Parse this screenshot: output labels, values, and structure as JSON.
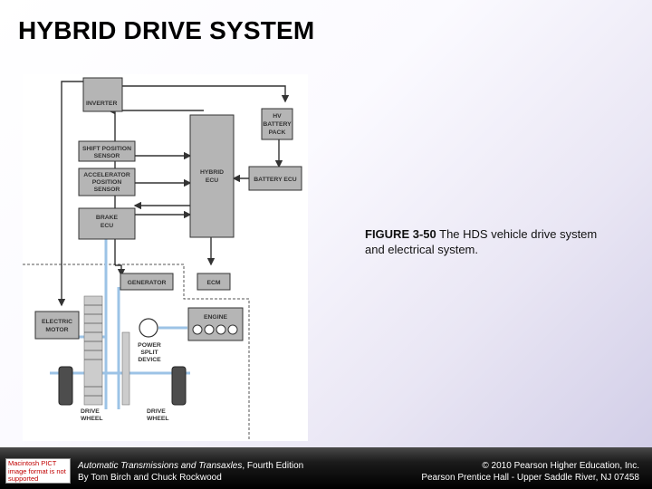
{
  "slide": {
    "title": "HYBRID DRIVE SYSTEM"
  },
  "diagram": {
    "blocks": {
      "inverter": "INVERTER",
      "hv_battery_l1": "HV",
      "hv_battery_l2": "BATTERY",
      "hv_battery_l3": "PACK",
      "shift_l1": "SHIFT POSITION",
      "shift_l2": "SENSOR",
      "accel_l1": "ACCELERATOR",
      "accel_l2": "POSITION",
      "accel_l3": "SENSOR",
      "hybrid_l1": "HYBRID",
      "hybrid_l2": "ECU",
      "battery_ecu": "BATTERY ECU",
      "brake_l1": "BRAKE",
      "brake_l2": "ECU",
      "generator": "GENERATOR",
      "ecm": "ECM",
      "engine": "ENGINE",
      "motor_l1": "ELECTRIC",
      "motor_l2": "MOTOR",
      "psd_l1": "POWER",
      "psd_l2": "SPLIT",
      "psd_l3": "DEVICE",
      "wheel_left_l1": "DRIVE",
      "wheel_left_l2": "WHEEL",
      "wheel_right_l1": "DRIVE",
      "wheel_right_l2": "WHEEL"
    }
  },
  "caption": {
    "figure_label": "FIGURE 3-50",
    "text": " The HDS vehicle drive system and electrical system."
  },
  "footer": {
    "badge": "Macintosh PICT image format is not supported",
    "book_title": "Automatic Transmissions and Transaxles",
    "edition": ", Fourth Edition",
    "authors": "By Tom Birch and Chuck Rockwood",
    "copyright": "© 2010 Pearson Higher Education, Inc.",
    "publisher": "Pearson Prentice Hall - Upper Saddle River, NJ 07458"
  }
}
